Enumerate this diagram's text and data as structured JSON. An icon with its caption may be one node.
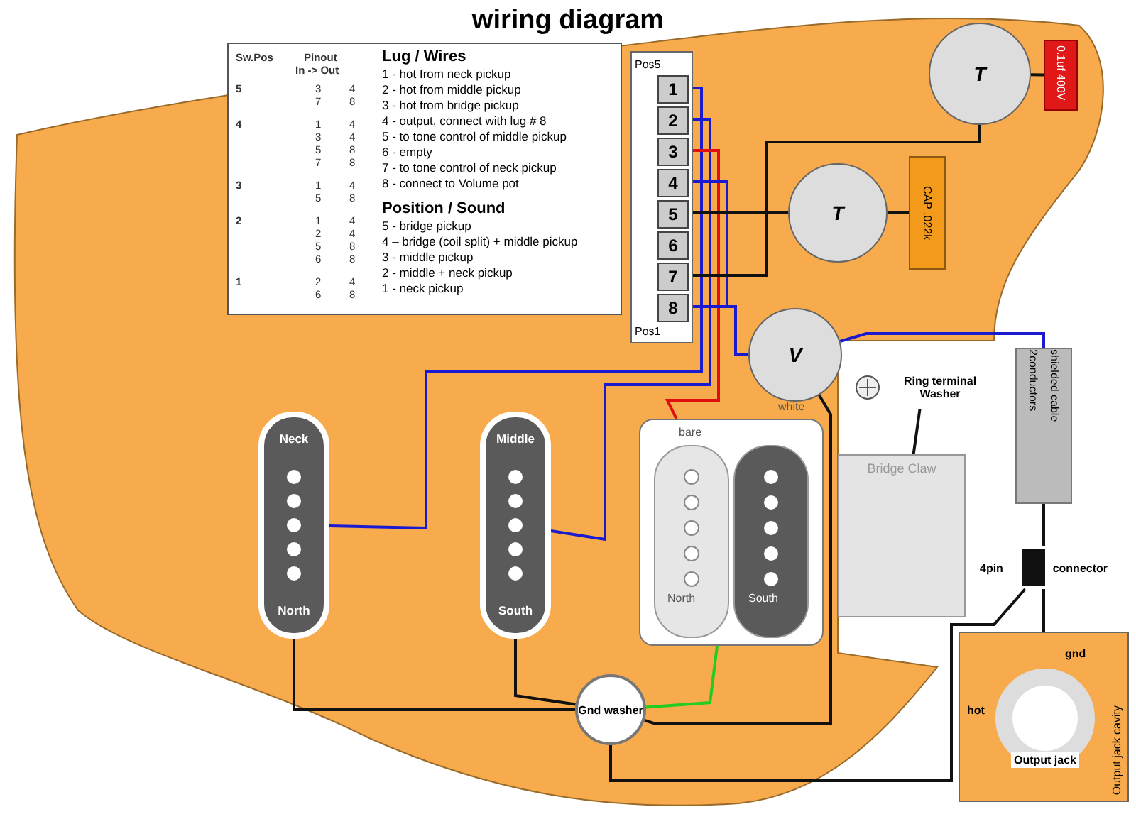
{
  "diagram": {
    "title": "wiring diagram",
    "nodes": [
      {
        "text": [
          "Lug / Wires",
          "1 - hot from neck pickup",
          "2 - hot from middle pickup",
          "3 - hot from bridge pickup",
          "4 - output, connect with lug # 8",
          "5 - to tone control of middle pickup",
          "6 - empty",
          "7 - to tone control of neck pickup",
          "8 - connect to Volume pot",
          "Position / Sound",
          "5 - bridge pickup",
          "4 – bridge (coil split) + middle pickup",
          "3 - middle pickup",
          "2 - middle + neck pickup",
          "1 - neck pickup"
        ]
      },
      {
        "text": [
          "Pos5",
          "Pos1"
        ]
      },
      {
        "text": [
          "1"
        ],
        "in": 1
      },
      {
        "text": [
          "2"
        ],
        "in": 1
      },
      {
        "text": [
          "3"
        ],
        "in": 1
      },
      {
        "text": [
          "4"
        ],
        "in": 1
      },
      {
        "text": [
          "5"
        ],
        "in": 1
      },
      {
        "text": [
          "6"
        ],
        "in": 1
      },
      {
        "text": [
          "7"
        ],
        "in": 1
      },
      {
        "text": [
          "8"
        ],
        "in": 1
      },
      {
        "text": [
          "T"
        ]
      },
      {
        "text": [
          "T"
        ]
      },
      {
        "text": [
          "V"
        ]
      },
      {
        "text": [
          "CAP .022k"
        ]
      },
      {
        "text": [
          "0.1uf 400V"
        ]
      },
      {
        "text": [
          "Neck",
          "North"
        ]
      },
      {
        "text": [
          "Middle",
          "South"
        ]
      },
      {
        "text": [
          "North",
          "South"
        ]
      },
      {
        "text": [
          "Bridge Claw"
        ]
      },
      {
        "text": [
          "Ring terminal Washer"
        ]
      },
      {
        "text": [
          "Gnd washer"
        ]
      },
      {
        "text": [
          "2conductors",
          "shielded cable"
        ]
      },
      {
        "text": [
          "4pin",
          "connector"
        ]
      },
      {
        "text": [
          "Output jack cavity"
        ]
      },
      {
        "text": [
          "Output jack"
        ],
        "in": 23,
        "beside": [
          "hot",
          "gnd"
        ]
      }
    ],
    "edges": [
      {
        "from": 15,
        "to": 2,
        "arrow": "none",
        "color": "#1a1ad0"
      },
      {
        "from": 16,
        "to": 3,
        "arrow": "none",
        "color": "#1a1ad0"
      },
      {
        "from": 17,
        "to": 4,
        "arrow": "none",
        "color": "#e01010"
      },
      {
        "from": 5,
        "to": 9,
        "arrow": "none",
        "color": "#1a1ad0"
      },
      {
        "from": 6,
        "to": 11,
        "arrow": "none"
      },
      {
        "from": 8,
        "to": 10,
        "arrow": "none"
      },
      {
        "from": 9,
        "to": 12,
        "arrow": "none",
        "color": "#1a1ad0"
      },
      {
        "from": 10,
        "to": 14,
        "arrow": "none"
      },
      {
        "from": 11,
        "to": 13,
        "arrow": "none"
      },
      {
        "from": 12,
        "to": 21,
        "arrow": "none",
        "color": "#1a1ad0"
      },
      {
        "from": 21,
        "to": 22,
        "arrow": "none"
      },
      {
        "from": 22,
        "to": 24,
        "arrow": "none"
      },
      {
        "from": 15,
        "to": 20,
        "arrow": "none"
      },
      {
        "from": 16,
        "to": 20,
        "arrow": "none"
      },
      {
        "from": 17,
        "to": 20,
        "arrow": "none",
        "color": "#22cc22"
      },
      {
        "from": 18,
        "to": 19,
        "arrow": "none"
      },
      {
        "from": 12,
        "to": 20,
        "arrow": "none"
      },
      {
        "from": 20,
        "to": 22,
        "arrow": "none"
      }
    ],
    "labels": [
      "Sw.Pos",
      "Pinout",
      "In -> Out",
      "5",
      "3",
      "4",
      "7",
      "8",
      "4",
      "1",
      "4",
      "3",
      "4",
      "5",
      "8",
      "7",
      "8",
      "3",
      "1",
      "4",
      "5",
      "8",
      "2",
      "1",
      "4",
      "2",
      "4",
      "5",
      "8",
      "6",
      "8",
      "1",
      "2",
      "4",
      "6",
      "8",
      "bare",
      "white"
    ]
  }
}
